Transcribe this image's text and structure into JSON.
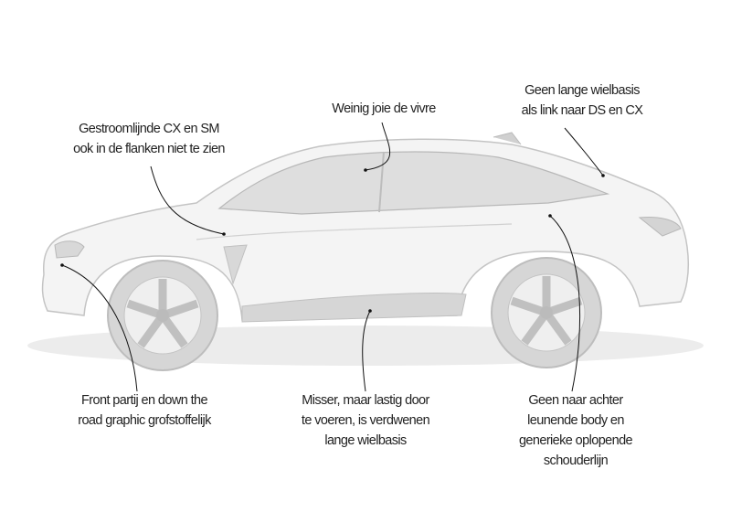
{
  "annotations": {
    "flanks": {
      "lines": [
        "Gestroomlijnde CX en SM",
        "ook in de flanken niet te zien"
      ]
    },
    "joie": {
      "lines": [
        "Weinig joie de vivre"
      ]
    },
    "wheelbase_link": {
      "lines": [
        "Geen lange wielbasis",
        "als link naar DS en CX"
      ]
    },
    "front": {
      "lines": [
        "Front partij en down the",
        "road graphic grofstoffelijk"
      ]
    },
    "missed": {
      "lines": [
        "Misser, maar lastig door",
        "te voeren, is verdwenen",
        "lange wielbasis"
      ]
    },
    "rear": {
      "lines": [
        "Geen naar achter",
        "leunende body en",
        "generieke oplopende",
        "schouderlijn"
      ]
    }
  },
  "colors": {
    "body": "#f4f4f4",
    "outline": "#c8c8c8",
    "dark": "#9a9a9a",
    "text": "#222222",
    "ink": "#111111"
  }
}
